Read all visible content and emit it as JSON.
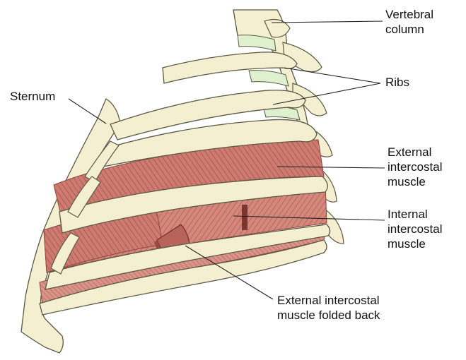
{
  "labels": {
    "vertebral_column": [
      "Vertebral",
      "column"
    ],
    "ribs": "Ribs",
    "sternum": "Sternum",
    "external_intercostal": [
      "External",
      "intercostal",
      "muscle"
    ],
    "internal_intercostal": [
      "Internal",
      "intercostal",
      "muscle"
    ],
    "folded_back": [
      "External intercostal",
      "muscle folded back"
    ]
  },
  "colors": {
    "bone": "#f4efd0",
    "bone_outline": "#5b5845",
    "cartilage": "#dff0cf",
    "muscle": "#c9756a",
    "muscle_stripe": "#a24f47",
    "leader_line": "#222222"
  }
}
